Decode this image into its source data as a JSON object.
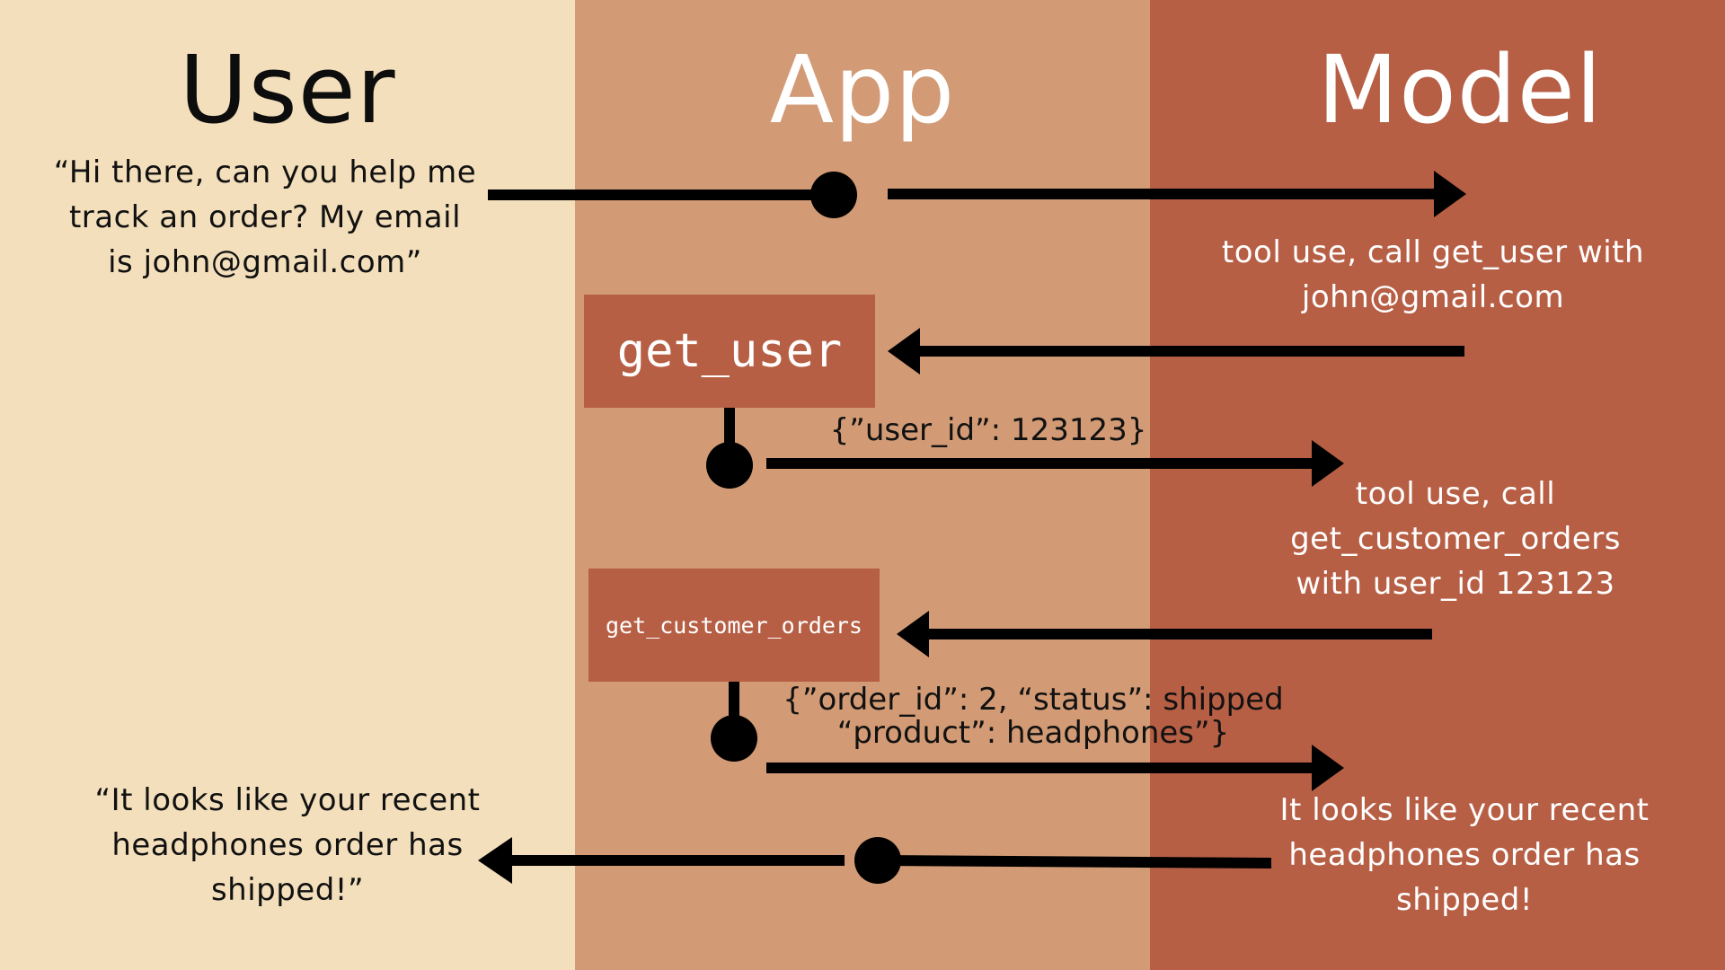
{
  "colors": {
    "user_lane": "#f3dfbb",
    "app_lane": "#d29b75",
    "model_lane": "#b75f45",
    "arrow": "#000000"
  },
  "lanes": {
    "user_title": "User",
    "app_title": "App",
    "model_title": "Model"
  },
  "messages": {
    "user_request": [
      "“Hi there, can you help me",
      "track an order? My email",
      "is john@gmail.com”"
    ],
    "model_tool_call_1": [
      "tool use, call get_user with",
      "john@gmail.com"
    ],
    "function_1": "get_user",
    "result_1": "{”user_id”: 123123}",
    "model_tool_call_2": [
      "tool use, call",
      "get_customer_orders",
      "with user_id 123123"
    ],
    "function_2": "get_customer_orders",
    "result_2": [
      "{”order_id”: 2, “status”: shipped",
      "“product”: headphones”}"
    ],
    "model_answer": [
      "It looks like your recent",
      "headphones order has",
      "shipped!"
    ],
    "user_answer": [
      "“It looks like your recent",
      "headphones order has",
      "shipped!”"
    ]
  }
}
